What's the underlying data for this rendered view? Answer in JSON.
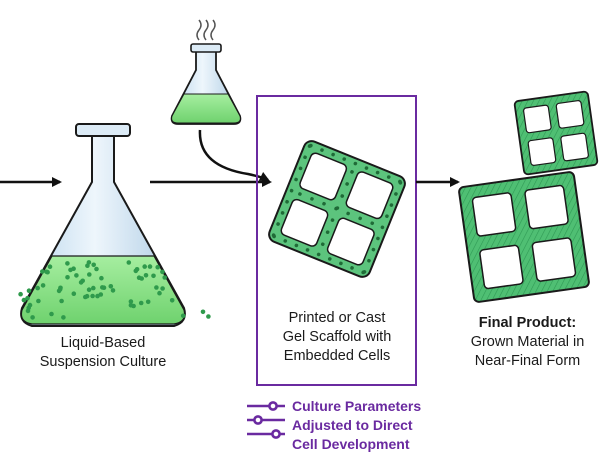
{
  "steps": {
    "liquid": {
      "lines": [
        "Liquid-Based",
        "Suspension Culture"
      ]
    },
    "gel": {
      "lines": [
        "Printed or Cast",
        "Gel Scaffold with",
        "Embedded Cells"
      ]
    },
    "final": {
      "title": "Final Product:",
      "lines": [
        "Grown Material in",
        "Near-Final Form"
      ]
    }
  },
  "parameters": {
    "lines": [
      "Culture Parameters",
      "Adjusted to Direct",
      "Cell Development"
    ],
    "icon": "sliders-icon"
  },
  "colors": {
    "gel_green": "#57c27a",
    "liquid_green": "#8fe08a",
    "dot_green": "#2f9a4c",
    "glass_blue": "#cfe3f2",
    "box_purple": "#6a2aa0",
    "arrow": "#111111"
  }
}
